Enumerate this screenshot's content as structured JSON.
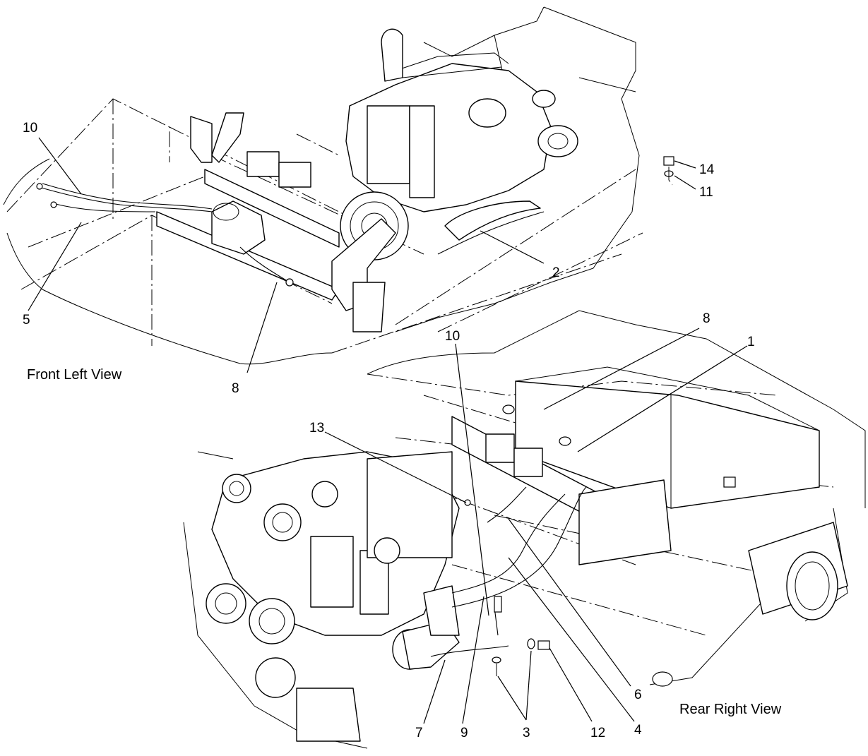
{
  "captions": {
    "front_left": "Front Left View",
    "rear_right": "Rear Right View"
  },
  "callouts": [
    {
      "id": "c1",
      "label": "1"
    },
    {
      "id": "c2",
      "label": "2"
    },
    {
      "id": "c3",
      "label": "3"
    },
    {
      "id": "c4",
      "label": "4"
    },
    {
      "id": "c5",
      "label": "5"
    },
    {
      "id": "c6",
      "label": "6"
    },
    {
      "id": "c7",
      "label": "7"
    },
    {
      "id": "c8a",
      "label": "8"
    },
    {
      "id": "c8b",
      "label": "8"
    },
    {
      "id": "c9",
      "label": "9"
    },
    {
      "id": "c10a",
      "label": "10"
    },
    {
      "id": "c10b",
      "label": "10"
    },
    {
      "id": "c11",
      "label": "11"
    },
    {
      "id": "c12",
      "label": "12"
    },
    {
      "id": "c13",
      "label": "13"
    },
    {
      "id": "c14",
      "label": "14"
    }
  ]
}
